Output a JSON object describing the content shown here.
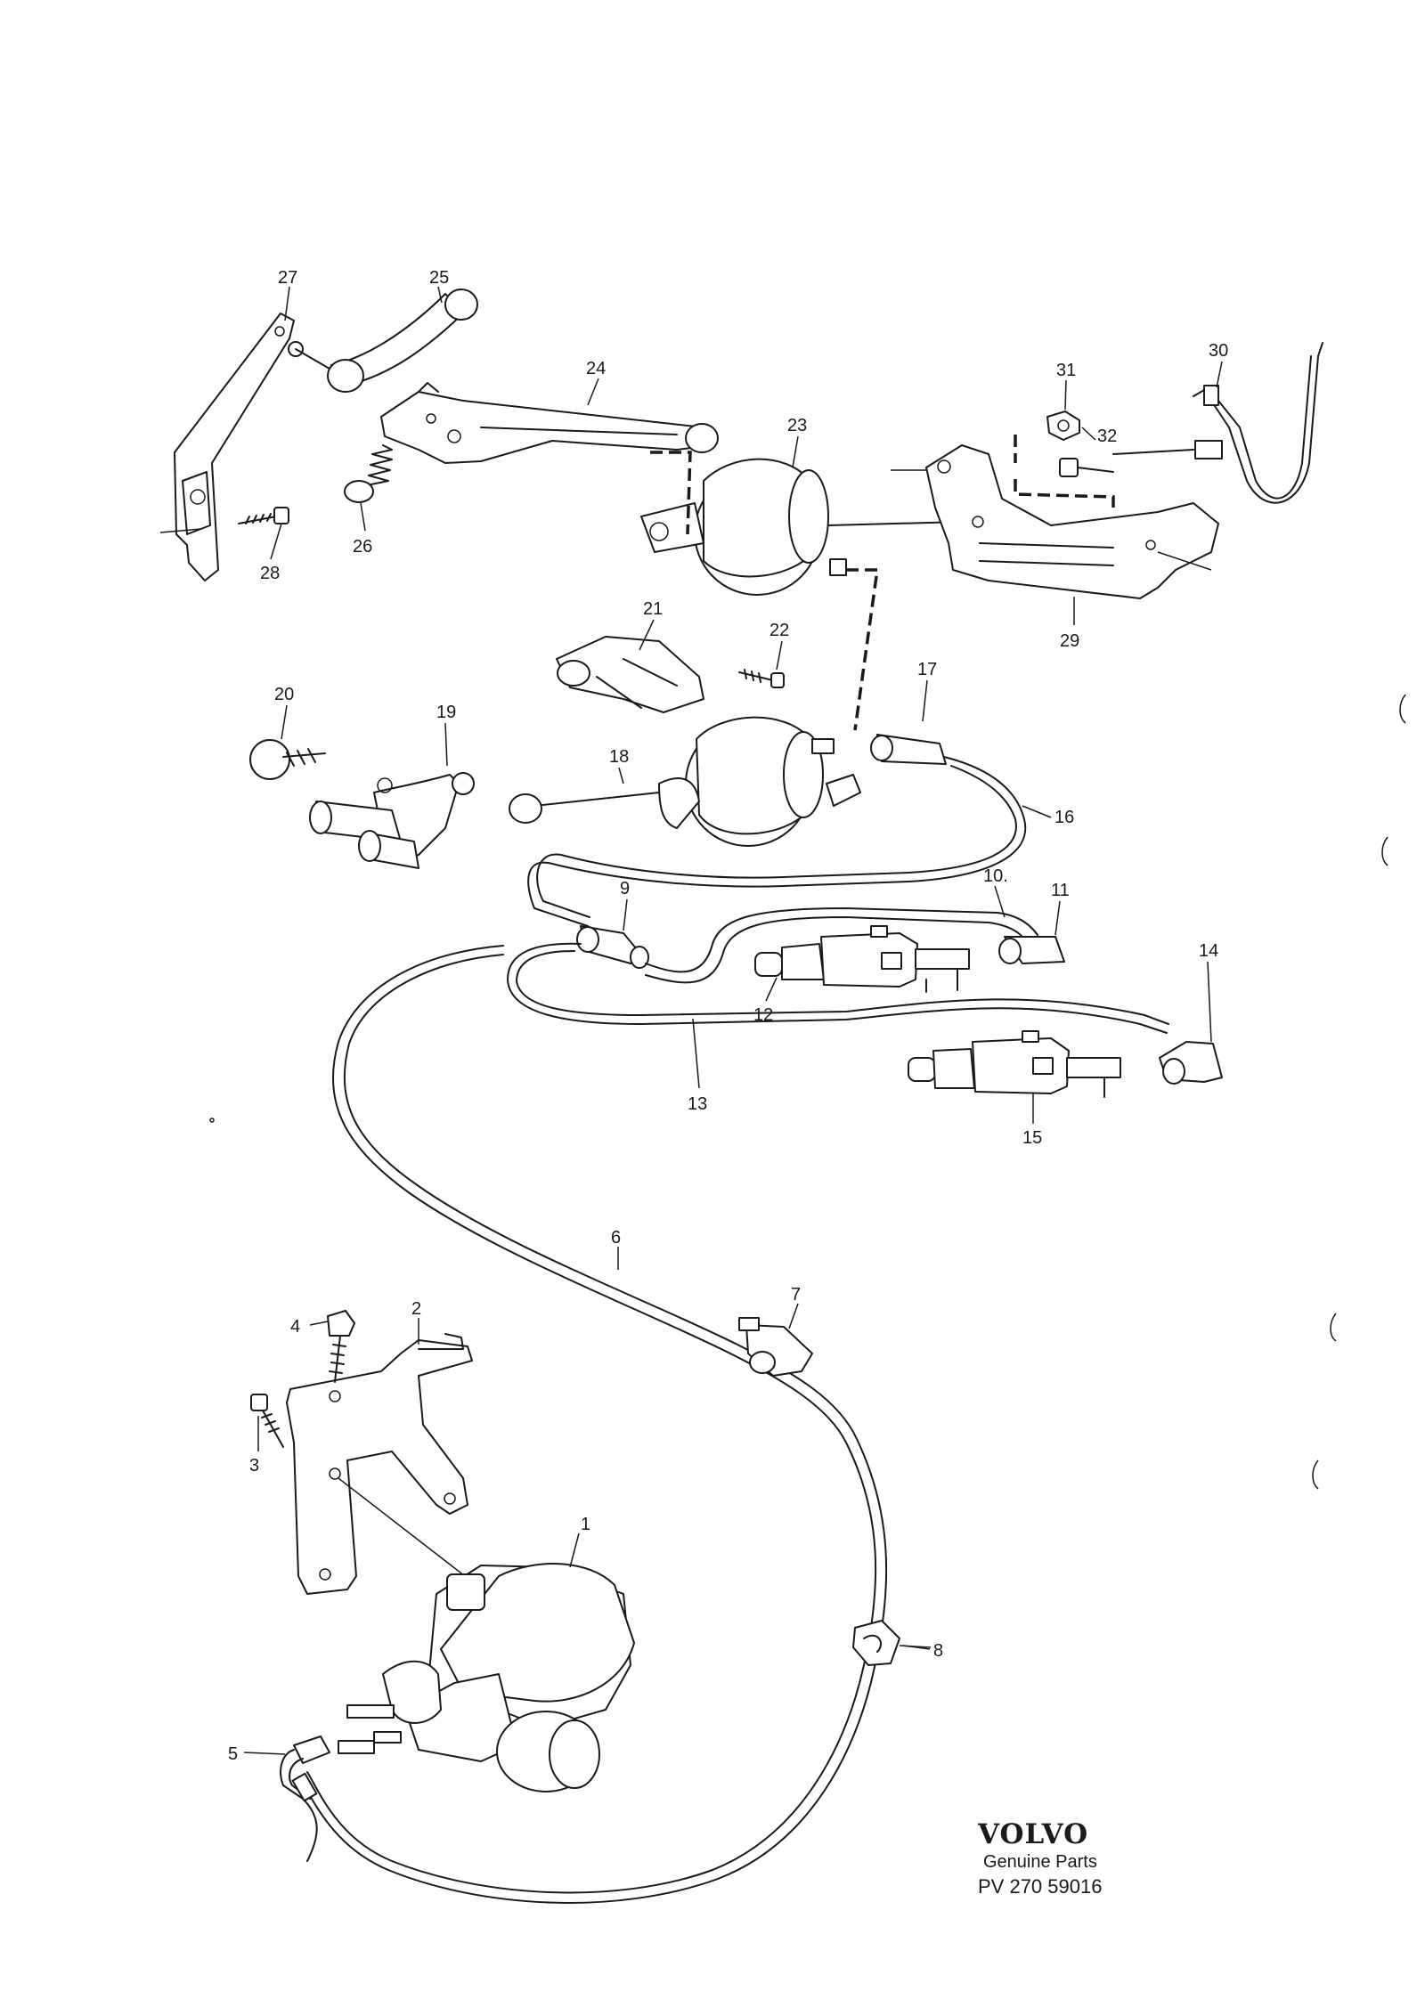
{
  "callouts": [
    "1",
    "2",
    "3",
    "4",
    "5",
    "6",
    "7",
    "8",
    "9",
    "10.",
    "11",
    "12",
    "13",
    "14",
    "15",
    "16",
    "17",
    "18",
    "19",
    "20",
    "21",
    "22",
    "23",
    "24",
    "25",
    "26",
    "27",
    "28",
    "29",
    "30",
    "31",
    "32"
  ],
  "brand": {
    "name": "VOLVO",
    "tagline": "Genuine Parts",
    "reference": "PV 270 59016"
  }
}
